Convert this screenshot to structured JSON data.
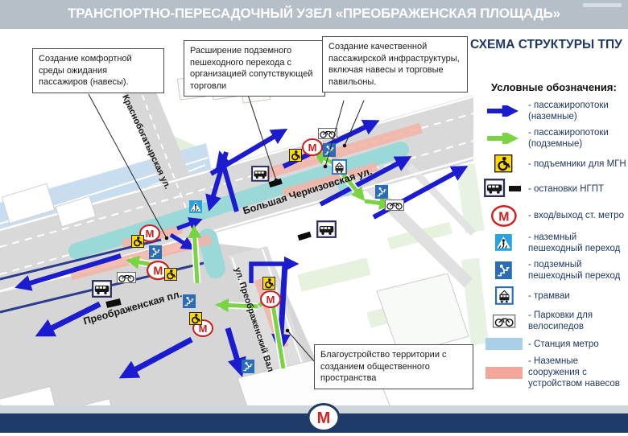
{
  "header": {
    "title": "ТРАНСПОРТНО-ПЕРЕСАДОЧНЫЙ УЗЕЛ «ПРЕОБРАЖЕНСКАЯ ПЛОЩАДЬ»"
  },
  "legend": {
    "title": "СХЕМА СТРУКТУРЫ ТПУ",
    "subtitle": "Условные обозначения:",
    "items": [
      {
        "icon": "ground-flow-arrow",
        "label": "- пассажиропотоки (наземные)"
      },
      {
        "icon": "underground-flow-arrow",
        "label": "- пассажиропотоки (подземные)"
      },
      {
        "icon": "wheelchair-lift-icon",
        "label": "- подъемники для МГН"
      },
      {
        "icon": "bus-stop-icon",
        "label": "- остановки НГПТ"
      },
      {
        "icon": "metro-entrance-icon",
        "label": "- вход/выход ст. метро"
      },
      {
        "icon": "ground-crossing-icon",
        "label": "- наземный пешеходный переход"
      },
      {
        "icon": "underground-crossing-icon",
        "label": "- подземный пешеходный переход"
      },
      {
        "icon": "tram-icon",
        "label": "- трамваи"
      },
      {
        "icon": "bike-parking-icon",
        "label": "- Парковки для велосипедов"
      },
      {
        "icon": "metro-station-swatch",
        "label": "- Станция метро"
      },
      {
        "icon": "surface-structures-swatch",
        "label": "- Наземные сооружения с устройством навесов"
      }
    ]
  },
  "callouts": [
    {
      "text": "Создание комфортной среды ожидания пассажиров (навесы)."
    },
    {
      "text": "Расширение подземного пешеходного перехода с организацией сопутствующей торговли"
    },
    {
      "text": "Создание качественной пассажирской инфраструктуры, включая навесы и торговые павильоны."
    },
    {
      "text": "Благоустройство территории с созданием общественного пространства"
    }
  ],
  "map": {
    "streets": {
      "krasnobogatyrskaya": "Краснобогатырская ул.",
      "cherkizovskaya": "Большая Черкизовская ул.",
      "preobrazhensky_val": "ул. Преображенский Вал",
      "preobrazhenskaya_pl": "Преображенская пл."
    }
  },
  "footer": {
    "metro_letter": "М"
  },
  "colors": {
    "header_bg": "#b5bfc8",
    "footer_bg": "#1e3a66",
    "flow_ground": "#1b1bcf",
    "flow_underground": "#79d343",
    "metro_station_band": "#9bd8d8",
    "metro_station_swatch": "#aacfe8",
    "surface_structures_swatch": "#f5a69a",
    "legend_text": "#1f3864",
    "metro_red": "#d6231f"
  }
}
